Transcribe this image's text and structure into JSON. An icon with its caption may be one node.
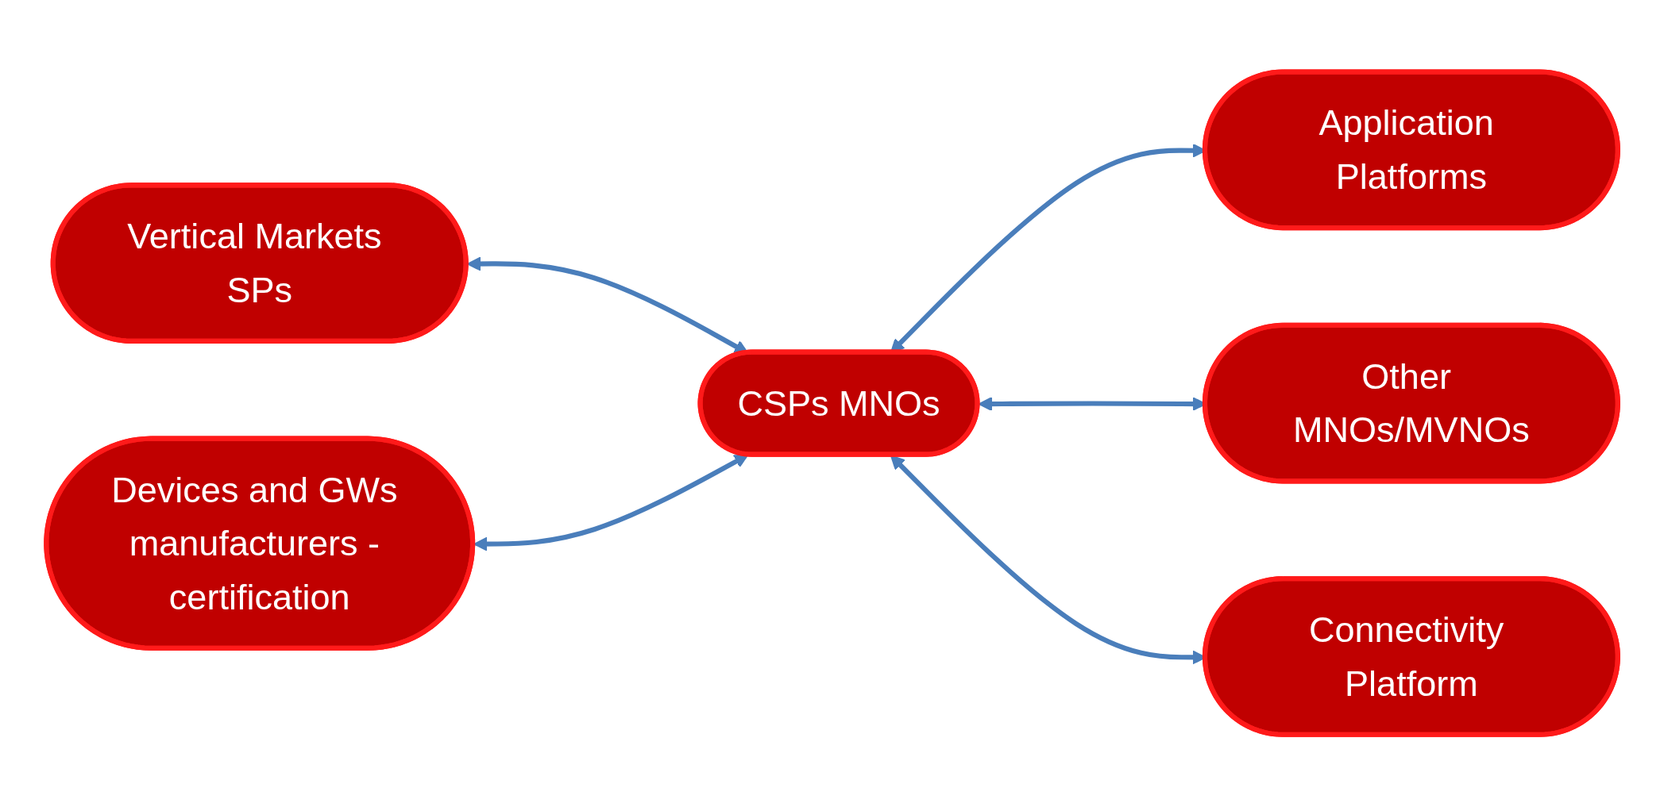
{
  "diagram": {
    "nodes": [
      {
        "text": [
          "Vertical Markets SPs"
        ]
      },
      {
        "text": [
          "Application Platforms"
        ]
      },
      {
        "text": [
          "CSPs MNOs"
        ]
      },
      {
        "text": [
          "Other MNOs/MVNOs"
        ]
      },
      {
        "text": [
          "Devices and GWs manufacturers - certification"
        ]
      },
      {
        "text": [
          "Connectivity Platform"
        ]
      }
    ],
    "edges": [
      {
        "from": 0,
        "to": 2,
        "arrow": "both"
      },
      {
        "from": 1,
        "to": 2,
        "arrow": "both"
      },
      {
        "from": 2,
        "to": 3,
        "arrow": "both"
      },
      {
        "from": 4,
        "to": 2,
        "arrow": "both"
      },
      {
        "from": 2,
        "to": 5,
        "arrow": "both"
      }
    ]
  }
}
